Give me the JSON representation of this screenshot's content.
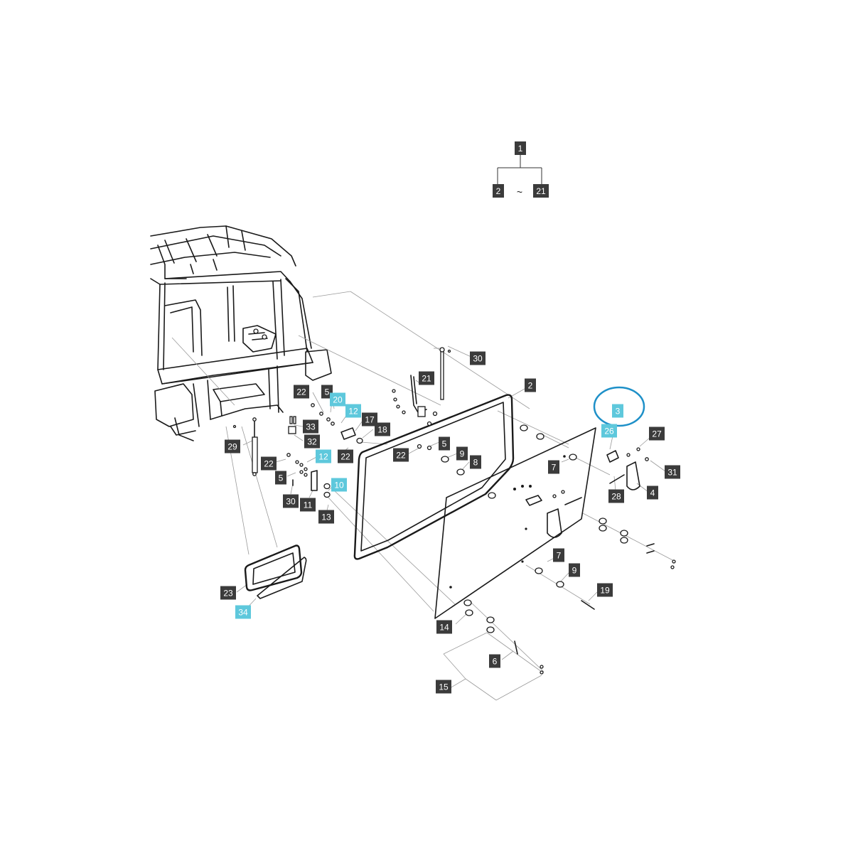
{
  "colors": {
    "badge": "#3b3b3b",
    "badge_highlight": "#5ec8dc",
    "badge_text": "#ffffff",
    "highlight_circle": "#1e90c8",
    "line": "#1a1a1a"
  },
  "hierarchy": {
    "parent": "1",
    "range_start": "2",
    "range_separator": "~",
    "range_end": "21"
  },
  "callouts": [
    {
      "id": "c30a",
      "label": "30",
      "highlight": false
    },
    {
      "id": "c21",
      "label": "21",
      "highlight": false
    },
    {
      "id": "c2",
      "label": "2",
      "highlight": false
    },
    {
      "id": "c3",
      "label": "3",
      "highlight": true
    },
    {
      "id": "c26",
      "label": "26",
      "highlight": true
    },
    {
      "id": "c27",
      "label": "27",
      "highlight": false
    },
    {
      "id": "c31",
      "label": "31",
      "highlight": false
    },
    {
      "id": "c4",
      "label": "4",
      "highlight": false
    },
    {
      "id": "c28",
      "label": "28",
      "highlight": false
    },
    {
      "id": "c7a",
      "label": "7",
      "highlight": false
    },
    {
      "id": "c7b",
      "label": "7",
      "highlight": false
    },
    {
      "id": "c9b",
      "label": "9",
      "highlight": false
    },
    {
      "id": "c19",
      "label": "19",
      "highlight": false
    },
    {
      "id": "c14",
      "label": "14",
      "highlight": false
    },
    {
      "id": "c6",
      "label": "6",
      "highlight": false
    },
    {
      "id": "c15",
      "label": "15",
      "highlight": false
    },
    {
      "id": "c22a",
      "label": "22",
      "highlight": false
    },
    {
      "id": "c5a",
      "label": "5",
      "highlight": false
    },
    {
      "id": "c20",
      "label": "20",
      "highlight": true
    },
    {
      "id": "c12a",
      "label": "12",
      "highlight": true
    },
    {
      "id": "c17",
      "label": "17",
      "highlight": false
    },
    {
      "id": "c18",
      "label": "18",
      "highlight": false
    },
    {
      "id": "c33",
      "label": "33",
      "highlight": false
    },
    {
      "id": "c32",
      "label": "32",
      "highlight": false
    },
    {
      "id": "c29",
      "label": "29",
      "highlight": false
    },
    {
      "id": "c22b",
      "label": "22",
      "highlight": false
    },
    {
      "id": "c5b",
      "label": "5",
      "highlight": false
    },
    {
      "id": "c9a",
      "label": "9",
      "highlight": false
    },
    {
      "id": "c8",
      "label": "8",
      "highlight": false
    },
    {
      "id": "c12b",
      "label": "12",
      "highlight": true
    },
    {
      "id": "c22c",
      "label": "22",
      "highlight": false
    },
    {
      "id": "c22d",
      "label": "22",
      "highlight": false
    },
    {
      "id": "c5c",
      "label": "5",
      "highlight": false
    },
    {
      "id": "c10",
      "label": "10",
      "highlight": true
    },
    {
      "id": "c30b",
      "label": "30",
      "highlight": false
    },
    {
      "id": "c11",
      "label": "11",
      "highlight": false
    },
    {
      "id": "c13",
      "label": "13",
      "highlight": false
    },
    {
      "id": "c23",
      "label": "23",
      "highlight": false
    },
    {
      "id": "c34",
      "label": "34",
      "highlight": true
    }
  ]
}
